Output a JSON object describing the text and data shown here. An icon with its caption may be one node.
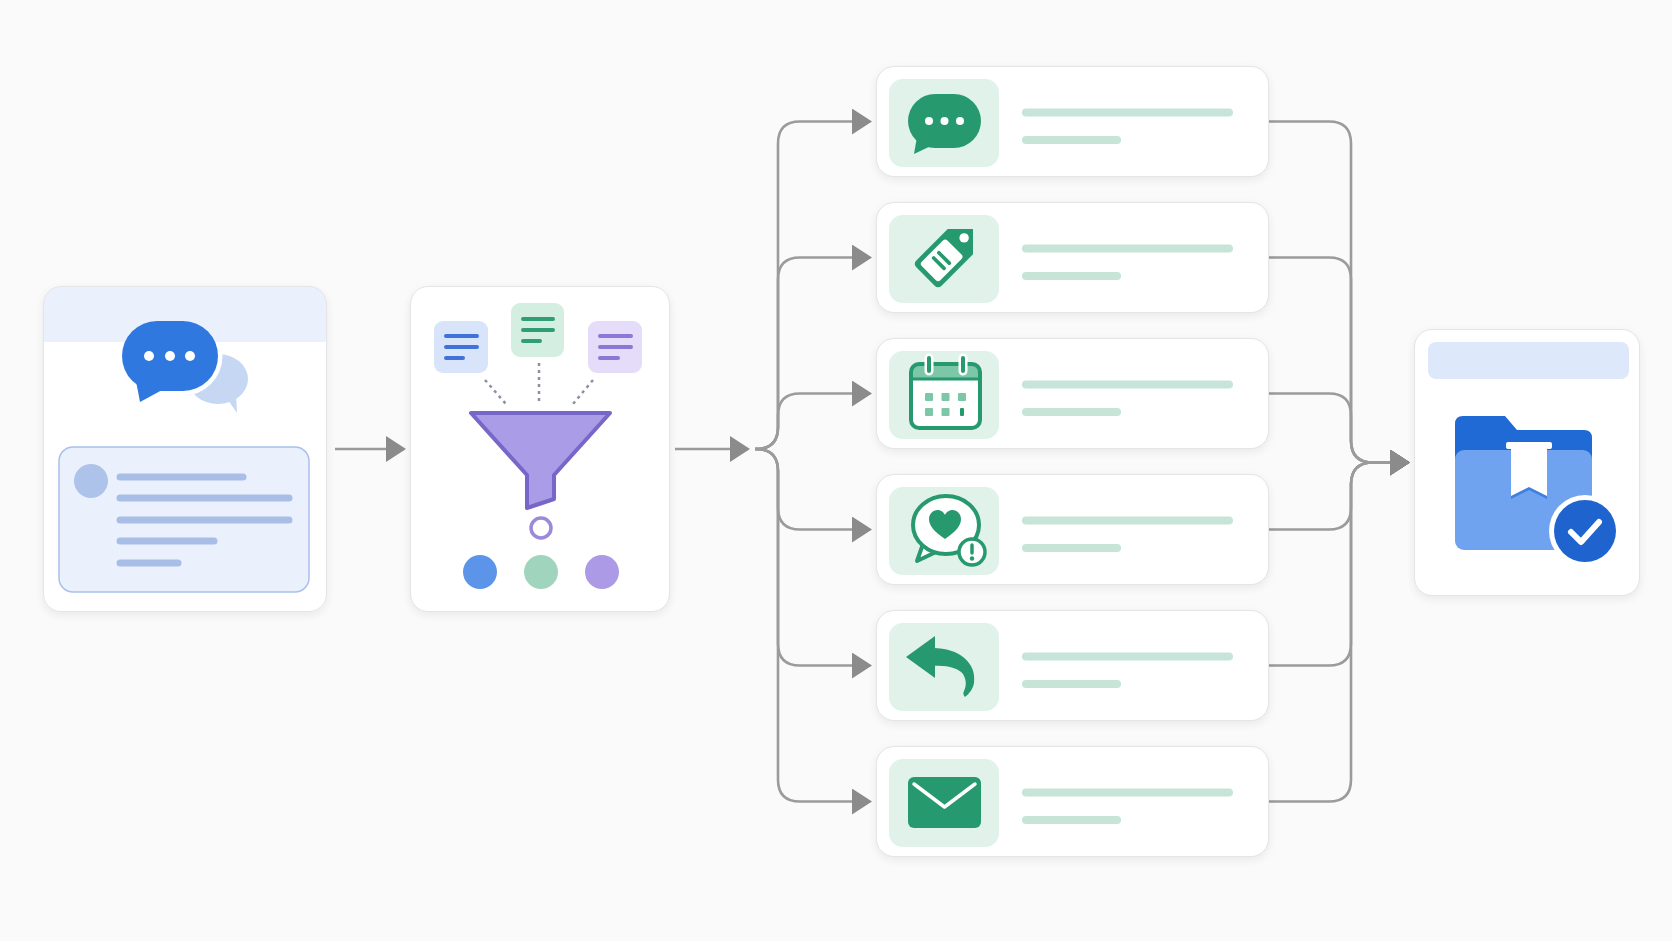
{
  "diagram": {
    "nodes": [
      {
        "text": [],
        "shape": "box"
      },
      {
        "text": [],
        "shape": "box"
      },
      {
        "text": [],
        "shape": "box"
      },
      {
        "text": [],
        "shape": "box"
      },
      {
        "text": [],
        "shape": "box"
      },
      {
        "text": [],
        "shape": "box"
      },
      {
        "text": [],
        "shape": "box"
      },
      {
        "text": [],
        "shape": "box"
      },
      {
        "text": [],
        "shape": "box"
      }
    ],
    "edges": [
      {
        "from": 0,
        "to": 1,
        "arrow": "to"
      },
      {
        "from": 1,
        "to": 2,
        "arrow": "to"
      },
      {
        "from": 1,
        "to": 3,
        "arrow": "to"
      },
      {
        "from": 1,
        "to": 4,
        "arrow": "to"
      },
      {
        "from": 1,
        "to": 5,
        "arrow": "to"
      },
      {
        "from": 1,
        "to": 6,
        "arrow": "to"
      },
      {
        "from": 1,
        "to": 7,
        "arrow": "to"
      },
      {
        "from": 2,
        "to": 8,
        "arrow": "to"
      },
      {
        "from": 3,
        "to": 8,
        "arrow": "to"
      },
      {
        "from": 4,
        "to": 8,
        "arrow": "to"
      },
      {
        "from": 5,
        "to": 8,
        "arrow": "to"
      },
      {
        "from": 6,
        "to": 8,
        "arrow": "to"
      },
      {
        "from": 7,
        "to": 8,
        "arrow": "to"
      }
    ]
  }
}
